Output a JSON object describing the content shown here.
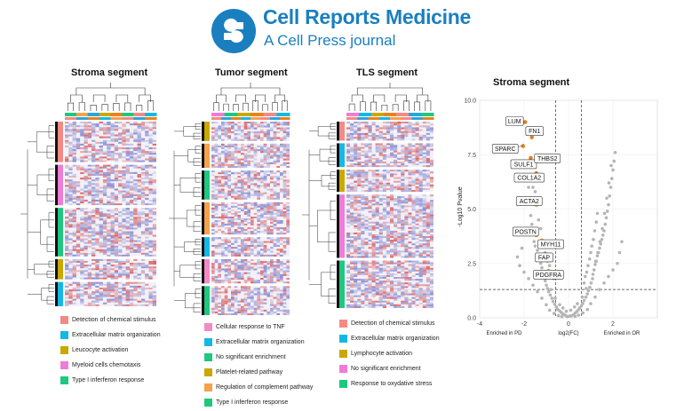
{
  "header": {
    "journal_title": "Cell Reports Medicine",
    "journal_subtitle": "A Cell Press journal"
  },
  "panels": [
    {
      "title": "Stroma segment",
      "legend": [
        {
          "label": "Detection of chemical stimulus",
          "color": "#f48a85"
        },
        {
          "label": "Extracellular matrix organization",
          "color": "#15b8e5"
        },
        {
          "label": "Leucocyte activation",
          "color": "#c9a800"
        },
        {
          "label": "Myeloid cells chemotaxis",
          "color": "#ef7cd8"
        },
        {
          "label": "Type I inferferon response",
          "color": "#1fc77f"
        }
      ]
    },
    {
      "title": "Tumor segment",
      "legend": [
        {
          "label": "Cellular response to TNF",
          "color": "#f48ac5"
        },
        {
          "label": "Extracellular matrix organization",
          "color": "#15b8e5"
        },
        {
          "label": "No significant enrichment",
          "color": "#1fc77f"
        },
        {
          "label": "Platelet-related pathway",
          "color": "#c9a800"
        },
        {
          "label": "Regulation of complement pathway",
          "color": "#f4a24b"
        },
        {
          "label": "Type I inferferon response",
          "color": "#1fc77f"
        }
      ]
    },
    {
      "title": "TLS segment",
      "legend": [
        {
          "label": "Detection of chemical stimulus",
          "color": "#f48a85"
        },
        {
          "label": "Extracellular matrix organization",
          "color": "#15b8e5"
        },
        {
          "label": "Lymphocyte activation",
          "color": "#c9a800"
        },
        {
          "label": "No significant enrichment",
          "color": "#ef7cd8"
        },
        {
          "label": "Response to oxydative stress",
          "color": "#1fc77f"
        }
      ]
    }
  ],
  "chart_data": {
    "type": "scatter",
    "title": "Stroma segment",
    "ylabel": "-Log10 Pvalue",
    "xlabel": "log2(FC)",
    "xlim": [
      -4,
      4
    ],
    "ylim": [
      0,
      10
    ],
    "x_ticks": [
      -4,
      -2,
      0,
      2
    ],
    "y_ticks": [
      0.0,
      2.5,
      5.0,
      7.5,
      10.0
    ],
    "x_tick_labels": [
      "-4",
      "-2",
      "0",
      "2"
    ],
    "y_tick_labels": [
      "0.0",
      "2.5",
      "5.0",
      "7.5",
      "10.0"
    ],
    "left_annotation": "Enriched in PD",
    "right_annotation": "Enriched in OR",
    "fc_thresholds": [
      -0.58,
      0.58
    ],
    "p_threshold": 1.3,
    "grid": true,
    "highlight_color": "#e8821e",
    "labeled_genes": [
      {
        "gene": "LUM",
        "x": -1.95,
        "y": 9.0
      },
      {
        "gene": "FN1",
        "x": -1.65,
        "y": 8.3
      },
      {
        "gene": "SPARC",
        "x": -2.05,
        "y": 7.9
      },
      {
        "gene": "SULF1",
        "x": -1.7,
        "y": 7.35
      },
      {
        "gene": "THBS2",
        "x": -1.35,
        "y": 7.45
      },
      {
        "gene": "COL1A2",
        "x": -1.45,
        "y": 6.65
      },
      {
        "gene": "ACTA2",
        "x": -1.45,
        "y": 5.2
      },
      {
        "gene": "POSTN",
        "x": -1.45,
        "y": 3.8
      },
      {
        "gene": "MYH11",
        "x": -1.2,
        "y": 3.55
      },
      {
        "gene": "FAP",
        "x": -1.1,
        "y": 2.9
      },
      {
        "gene": "PDGFRA",
        "x": -0.9,
        "y": 2.15
      }
    ],
    "points": [
      [
        -0.05,
        0.05
      ],
      [
        0.05,
        0.08
      ],
      [
        -0.12,
        0.1
      ],
      [
        0.14,
        0.09
      ],
      [
        -0.2,
        0.15
      ],
      [
        0.22,
        0.14
      ],
      [
        -0.28,
        0.2
      ],
      [
        0.3,
        0.22
      ],
      [
        -0.35,
        0.27
      ],
      [
        0.37,
        0.28
      ],
      [
        -0.42,
        0.33
      ],
      [
        0.44,
        0.36
      ],
      [
        -0.5,
        0.4
      ],
      [
        0.5,
        0.45
      ],
      [
        -0.55,
        0.5
      ],
      [
        0.58,
        0.55
      ],
      [
        -0.62,
        0.62
      ],
      [
        0.64,
        0.66
      ],
      [
        -0.7,
        0.75
      ],
      [
        0.7,
        0.8
      ],
      [
        -0.75,
        0.9
      ],
      [
        0.78,
        0.95
      ],
      [
        -0.82,
        1.05
      ],
      [
        0.85,
        1.1
      ],
      [
        -0.9,
        1.2
      ],
      [
        0.9,
        1.25
      ],
      [
        -0.95,
        1.35
      ],
      [
        0.96,
        1.4
      ],
      [
        -1.0,
        1.5
      ],
      [
        1.02,
        1.6
      ],
      [
        -1.05,
        1.7
      ],
      [
        1.08,
        1.8
      ],
      [
        -0.1,
        0.3
      ],
      [
        0.1,
        0.35
      ],
      [
        -0.25,
        0.45
      ],
      [
        0.27,
        0.5
      ],
      [
        -0.4,
        0.6
      ],
      [
        0.4,
        0.65
      ],
      [
        -0.6,
        0.9
      ],
      [
        0.62,
        0.95
      ],
      [
        -0.8,
        1.3
      ],
      [
        0.8,
        1.35
      ],
      [
        -1.1,
        1.9
      ],
      [
        1.1,
        2.0
      ],
      [
        -1.15,
        2.1
      ],
      [
        1.15,
        2.2
      ],
      [
        -1.2,
        2.3
      ],
      [
        1.2,
        2.45
      ],
      [
        -1.25,
        2.5
      ],
      [
        1.25,
        2.6
      ],
      [
        -1.3,
        2.7
      ],
      [
        1.3,
        2.85
      ],
      [
        -1.35,
        2.9
      ],
      [
        1.35,
        3.0
      ],
      [
        -1.4,
        3.1
      ],
      [
        1.4,
        3.2
      ],
      [
        -1.5,
        3.3
      ],
      [
        1.45,
        3.4
      ],
      [
        1.5,
        3.6
      ],
      [
        1.55,
        3.8
      ],
      [
        1.6,
        4.0
      ],
      [
        1.65,
        4.3
      ],
      [
        1.7,
        4.6
      ],
      [
        1.75,
        4.9
      ],
      [
        1.8,
        5.2
      ],
      [
        1.85,
        5.6
      ],
      [
        1.9,
        6.0
      ],
      [
        1.95,
        6.4
      ],
      [
        2.0,
        6.8
      ],
      [
        2.05,
        7.2
      ],
      [
        2.1,
        7.6
      ],
      [
        1.92,
        7.0
      ],
      [
        1.82,
        6.2
      ],
      [
        1.72,
        5.5
      ],
      [
        1.62,
        4.8
      ],
      [
        1.52,
        4.1
      ],
      [
        1.42,
        3.5
      ],
      [
        1.32,
        3.0
      ],
      [
        1.22,
        2.6
      ],
      [
        -1.55,
        3.5
      ],
      [
        -1.6,
        3.9
      ],
      [
        -1.65,
        4.3
      ],
      [
        -1.7,
        4.7
      ],
      [
        -1.75,
        5.5
      ],
      [
        -1.8,
        6.0
      ],
      [
        -1.85,
        6.3
      ],
      [
        -1.6,
        6.0
      ],
      [
        -1.5,
        5.8
      ],
      [
        -1.35,
        4.5
      ],
      [
        -1.25,
        4.1
      ],
      [
        -1.15,
        3.3
      ],
      [
        -1.05,
        3.0
      ],
      [
        -0.95,
        2.6
      ],
      [
        -0.85,
        2.4
      ],
      [
        -0.75,
        2.0
      ],
      [
        -0.68,
        1.8
      ],
      [
        0.7,
        1.6
      ],
      [
        0.75,
        1.9
      ],
      [
        0.82,
        2.1
      ],
      [
        0.88,
        2.4
      ],
      [
        0.95,
        2.7
      ],
      [
        1.0,
        3.0
      ],
      [
        1.05,
        3.3
      ],
      [
        1.12,
        3.6
      ],
      [
        1.18,
        4.0
      ],
      [
        1.25,
        4.4
      ],
      [
        1.3,
        4.8
      ],
      [
        -0.3,
        0.05
      ],
      [
        0.3,
        0.06
      ],
      [
        -0.45,
        0.1
      ],
      [
        0.45,
        0.12
      ],
      [
        -0.65,
        0.2
      ],
      [
        0.65,
        0.22
      ],
      [
        -0.85,
        0.35
      ],
      [
        0.85,
        0.38
      ],
      [
        -1.0,
        0.6
      ],
      [
        1.0,
        0.65
      ],
      [
        -1.2,
        0.9
      ],
      [
        1.2,
        0.95
      ],
      [
        -1.4,
        1.2
      ],
      [
        1.4,
        1.3
      ],
      [
        -1.6,
        1.5
      ],
      [
        1.6,
        1.6
      ],
      [
        -1.8,
        1.8
      ],
      [
        1.8,
        1.9
      ],
      [
        -2.0,
        2.1
      ],
      [
        2.0,
        2.2
      ],
      [
        -2.2,
        2.4
      ],
      [
        2.2,
        2.5
      ],
      [
        2.3,
        3.0
      ],
      [
        2.4,
        3.5
      ],
      [
        -2.3,
        2.8
      ],
      [
        -2.1,
        3.2
      ]
    ]
  }
}
